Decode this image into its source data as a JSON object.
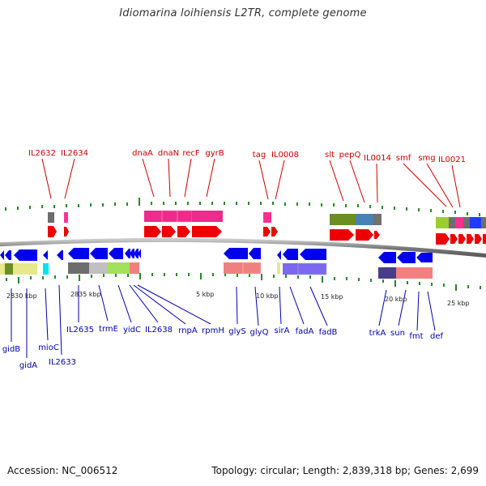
{
  "title": "Idiomarina loihiensis L2TR, complete genome",
  "accession": "Accession: NC_006512",
  "topology": "Topology: circular; Length: 2,839,318 bp; Genes: 2,699",
  "colors": {
    "forward_label": "#cc0000",
    "reverse_label": "#0000aa",
    "backbone": "#808080",
    "tick": "#228b22",
    "forward_arrow": "#ee0000",
    "reverse_arrow": "#0000ee"
  },
  "scale_labels": [
    "2830 kbp",
    "2835 kbp",
    "5 kbp",
    "10 kbp",
    "15 kbp",
    "20 kbp",
    "25 kbp"
  ],
  "forward_genes": [
    "IL2632",
    "IL2634",
    "dnaA",
    "dnaN",
    "recF",
    "gyrB",
    "tag",
    "IL0008",
    "slt",
    "pepQ",
    "IL0014",
    "smf",
    "smg",
    "IL0021"
  ],
  "reverse_genes": [
    "gidB",
    "gidA",
    "mioC",
    "IL2633",
    "IL2635",
    "trmE",
    "yidC",
    "IL2638",
    "rnpA",
    "rpmH",
    "glyS",
    "glyQ",
    "sirA",
    "fadA",
    "fadB",
    "trkA",
    "sun",
    "fmt",
    "def"
  ]
}
